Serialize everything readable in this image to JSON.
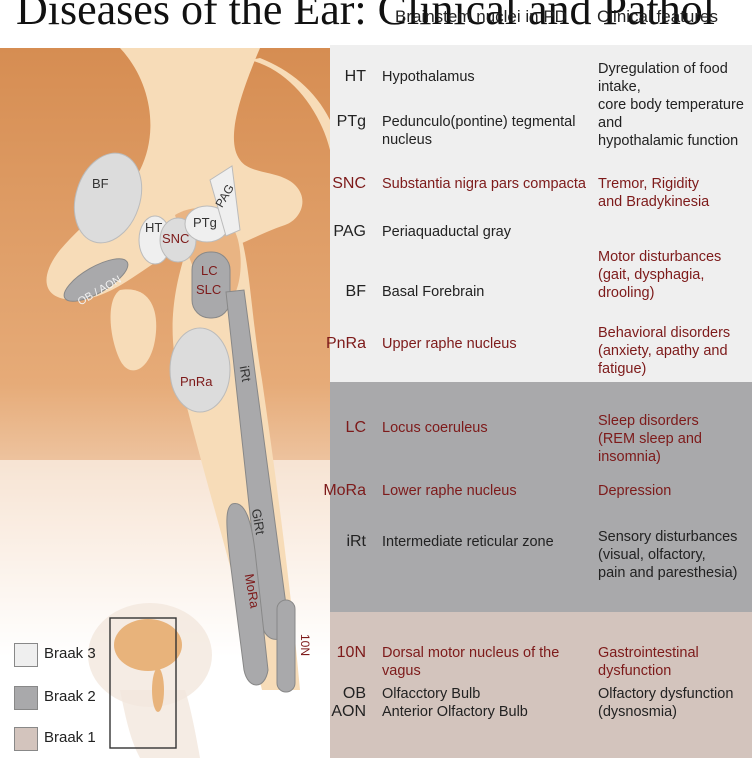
{
  "title": "Diseases of the Ear: Clinical and Pathol",
  "headers": {
    "nuclei": "Brainstem nuclei in PD",
    "clinical": "Clinical features"
  },
  "rows": [
    {
      "abbr": "HT",
      "name": "Hypothalamus",
      "red": false,
      "clinical": "Dyregulation of food intake,\ncore body temperature and\nhypothalamic function",
      "clin_red": false
    },
    {
      "abbr": "PTg",
      "name": "Pedunculo(pontine) tegmental nucleus",
      "red": false,
      "clinical": "",
      "clin_red": false
    },
    {
      "abbr": "SNC",
      "name": "Substantia nigra pars compacta",
      "red": true,
      "clinical": "Tremor, Rigidity\nand Bradykinesia",
      "clin_red": true
    },
    {
      "abbr": "PAG",
      "name": "Periaquaductal gray",
      "red": false,
      "clinical": "Motor disturbances\n(gait, dysphagia, drooling)",
      "clin_red": true
    },
    {
      "abbr": "BF",
      "name": "Basal Forebrain",
      "red": false,
      "clinical": "",
      "clin_red": false
    },
    {
      "abbr": "PnRa",
      "name": "Upper raphe nucleus",
      "red": true,
      "clinical": "Behavioral disorders\n(anxiety, apathy and fatigue)",
      "clin_red": true
    },
    {
      "abbr": "LC",
      "name": "Locus coeruleus",
      "red": true,
      "clinical": "Sleep disorders\n(REM sleep and insomnia)",
      "clin_red": true
    },
    {
      "abbr": "MoRa",
      "name": "Lower raphe nucleus",
      "red": true,
      "clinical": "Depression",
      "clin_red": true
    },
    {
      "abbr": "iRt",
      "name": "Intermediate reticular zone",
      "red": false,
      "clinical": "Sensory disturbances\n(visual, olfactory,\npain and paresthesia)",
      "clin_red": false
    },
    {
      "abbr": "10N",
      "name": "Dorsal motor nucleus of the vagus",
      "red": true,
      "clinical": "Gastrointestinal dysfunction",
      "clin_red": true
    },
    {
      "abbr": "OB\nAON",
      "name": "Olfacctory Bulb\nAnterior Olfactory Bulb",
      "red": false,
      "clinical": "Olfactory dysfunction\n(dysnosmia)",
      "clin_red": false
    }
  ],
  "legend": [
    "Braak 3",
    "Braak 2",
    "Braak 1"
  ],
  "diagram_labels": {
    "bf": "BF",
    "ht": "HT",
    "snc": "SNC",
    "ptg": "PTg",
    "pag": "PAG",
    "lc": "LC",
    "slc": "SLC",
    "ob_aon": "OB / AON",
    "pnra": "PnRa",
    "irt": "iRt",
    "girt": "GiRt",
    "mora": "MoRa",
    "ten_n": "10N"
  },
  "colors": {
    "braak3": "#efefef",
    "braak2": "#a9a9ab",
    "braak1": "#d3c4bd",
    "tissue": "#d9955f",
    "tissue_light": "#f5d8b5",
    "red_text": "#7d1a1a"
  }
}
